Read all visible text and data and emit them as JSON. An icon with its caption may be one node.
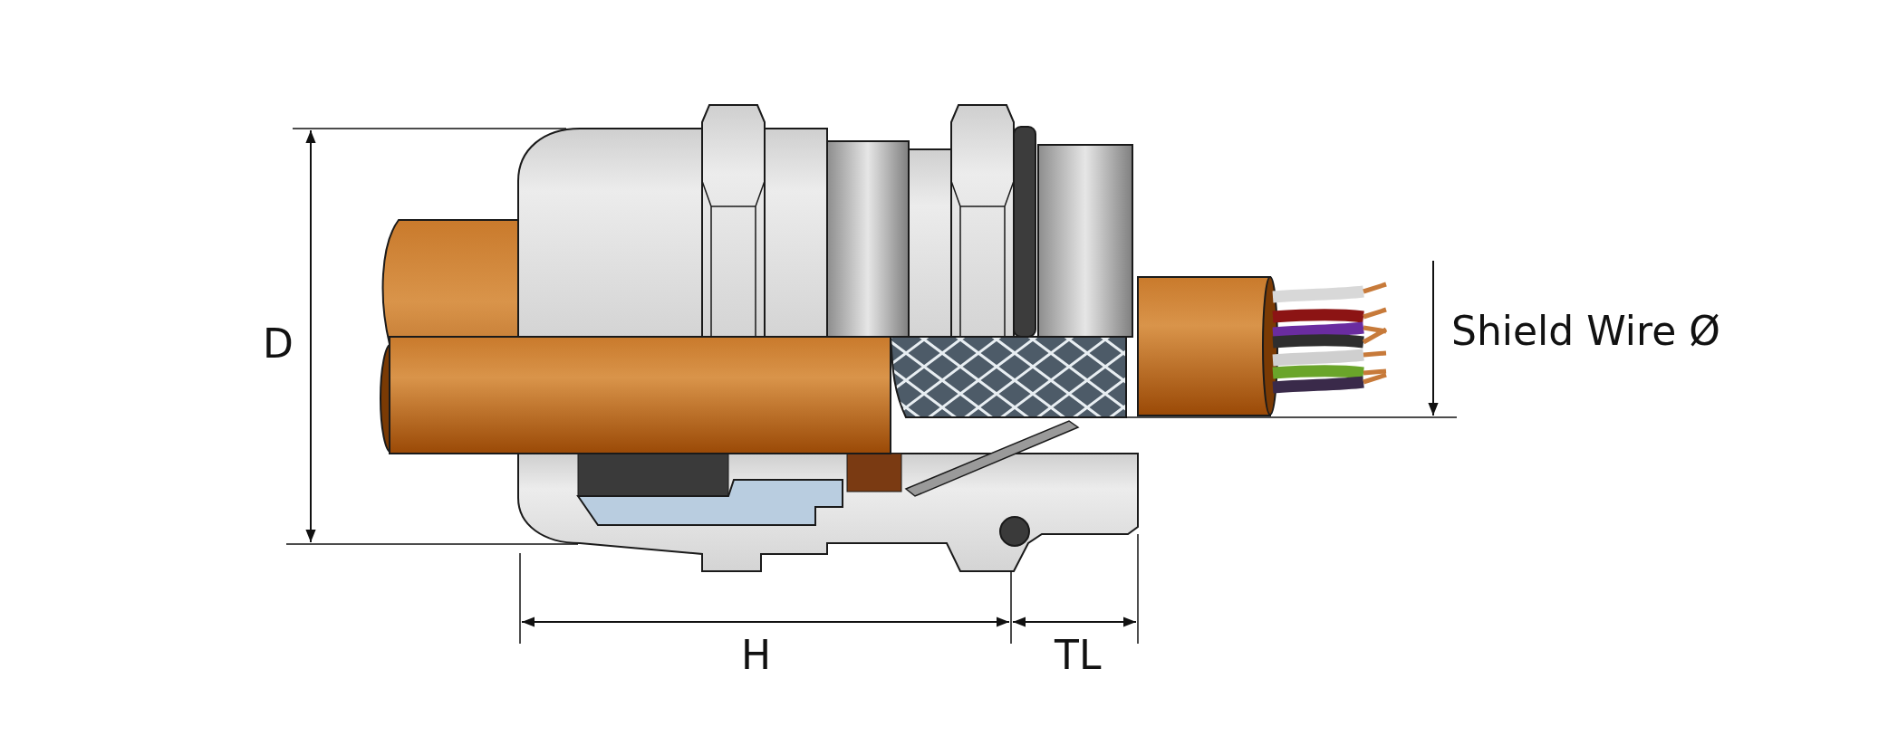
{
  "diagram": {
    "labels": [
      "D",
      "Shield Wire Ø",
      "H",
      "TL"
    ]
  }
}
